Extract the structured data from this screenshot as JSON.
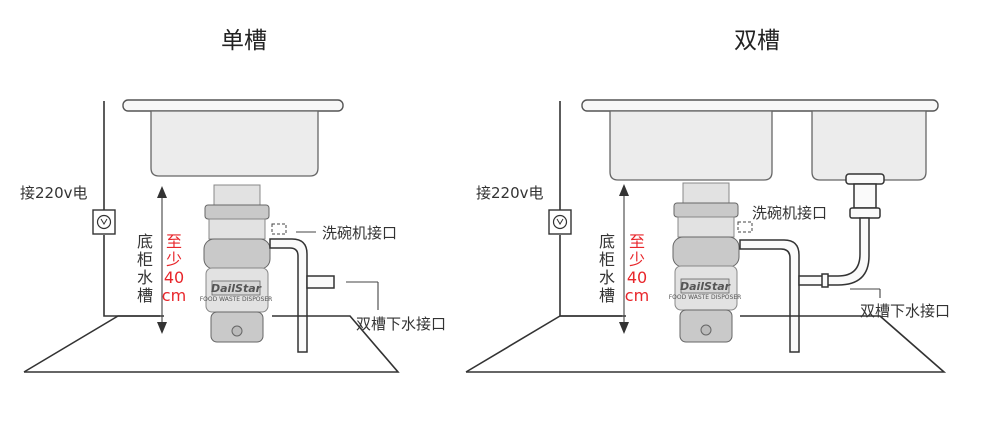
{
  "single": {
    "title": "单槽",
    "power_label": "接220v电",
    "cabinet_label": [
      "底",
      "柜",
      "水",
      "槽"
    ],
    "min_label": [
      "至",
      "少",
      "40",
      "cm"
    ],
    "dishwasher_label": "洗碗机接口",
    "drain_label": "双槽下水接口"
  },
  "double": {
    "title": "双槽",
    "power_label": "接220v电",
    "cabinet_label": [
      "底",
      "柜",
      "水",
      "槽"
    ],
    "min_label": [
      "至",
      "少",
      "40",
      "cm"
    ],
    "dishwasher_label": "洗碗机接口",
    "drain_label": "双槽下水接口"
  },
  "brand": {
    "logo": "DailStar",
    "tagline": "FOOD WASTE DISPOSER"
  },
  "colors": {
    "accent_red": "#e8262b",
    "line": "#333333"
  }
}
